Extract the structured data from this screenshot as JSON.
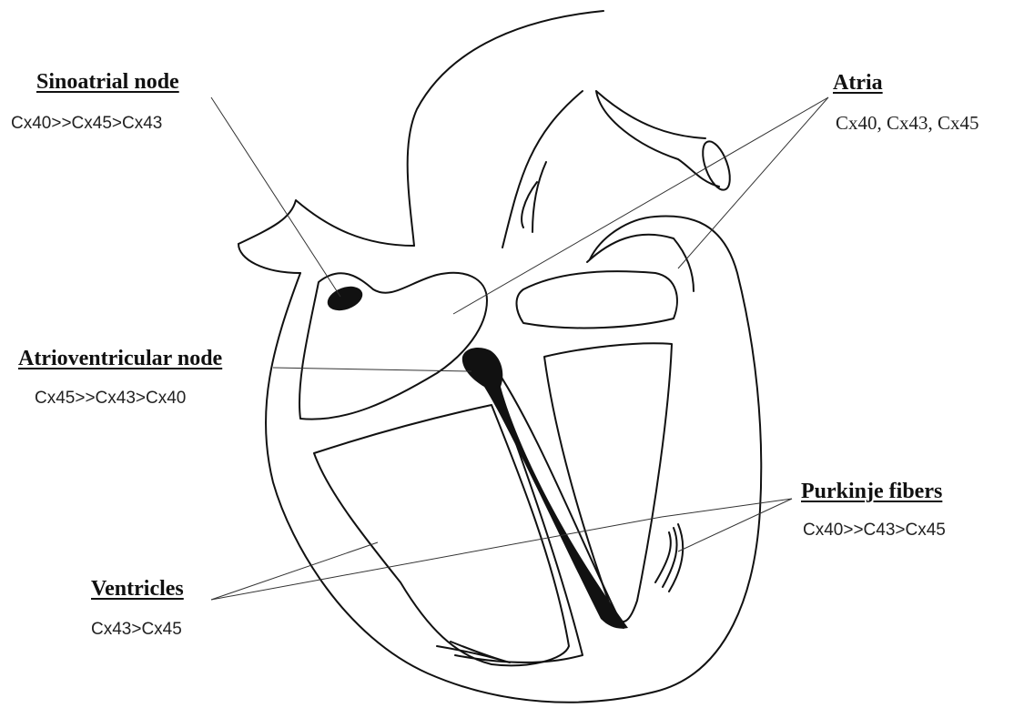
{
  "labels": {
    "sinoatrial": {
      "title": "Sinoatrial node",
      "expression": "Cx40>>Cx45>Cx43"
    },
    "atria": {
      "title": "Atria",
      "expression": "Cx40, Cx43, Cx45"
    },
    "atrioventricular": {
      "title": "Atrioventricular node",
      "expression": "Cx45>>Cx43>Cx40"
    },
    "purkinje": {
      "title": "Purkinje fibers",
      "expression": "Cx40>>C43>Cx45"
    },
    "ventricles": {
      "title": "Ventricles",
      "expression": "Cx43>Cx45"
    }
  }
}
